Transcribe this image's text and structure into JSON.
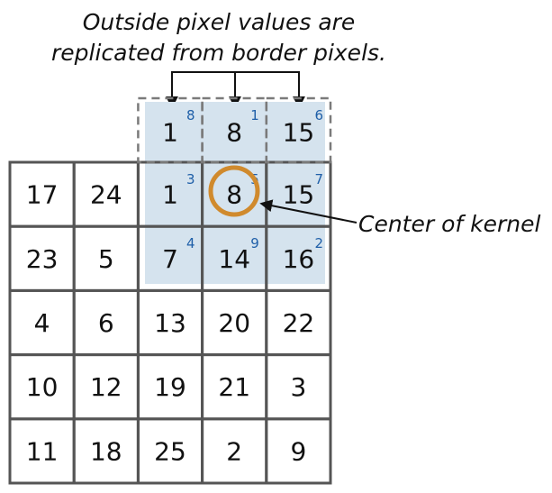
{
  "caption": {
    "line1": "Outside pixel values are",
    "line2": "replicated from border pixels."
  },
  "center_label": "Center of kernel",
  "matrix": [
    [
      "17",
      "24",
      "1",
      "8",
      "15"
    ],
    [
      "23",
      "5",
      "7",
      "14",
      "16"
    ],
    [
      "4",
      "6",
      "13",
      "20",
      "22"
    ],
    [
      "10",
      "12",
      "19",
      "21",
      "3"
    ],
    [
      "11",
      "18",
      "25",
      "2",
      "9"
    ]
  ],
  "replicated_row": [
    "1",
    "8",
    "15"
  ],
  "kernel_indices": [
    [
      "8",
      "1",
      "6"
    ],
    [
      "3",
      "5",
      "7"
    ],
    [
      "4",
      "9",
      "2"
    ]
  ],
  "colors": {
    "kernel_fill": "#d5e3ee",
    "kernel_index": "#1f5fa8",
    "center_circle": "#d08a2d",
    "grid_line": "#555555",
    "dashed_line": "#7a7a7a"
  }
}
